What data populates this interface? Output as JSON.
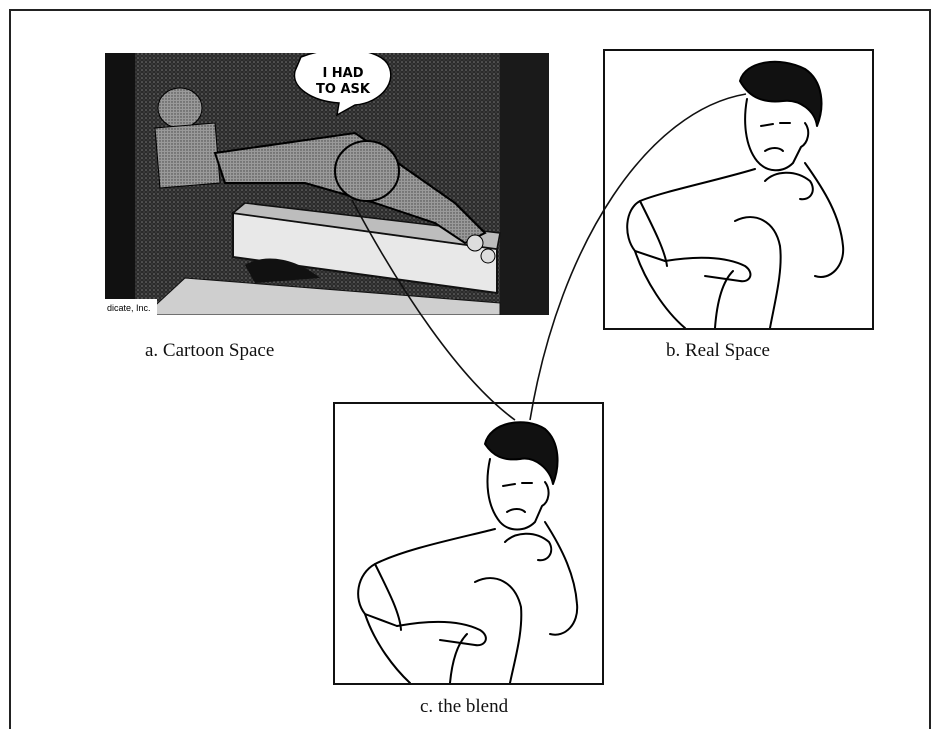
{
  "panels": {
    "cartoon": {
      "caption": "a.  Cartoon Space",
      "speech_bubble": [
        "I HAD",
        "TO ASK"
      ],
      "credit": "dicate, Inc."
    },
    "real": {
      "caption": "b.  Real Space"
    },
    "blend": {
      "caption": "c.  the blend"
    }
  }
}
